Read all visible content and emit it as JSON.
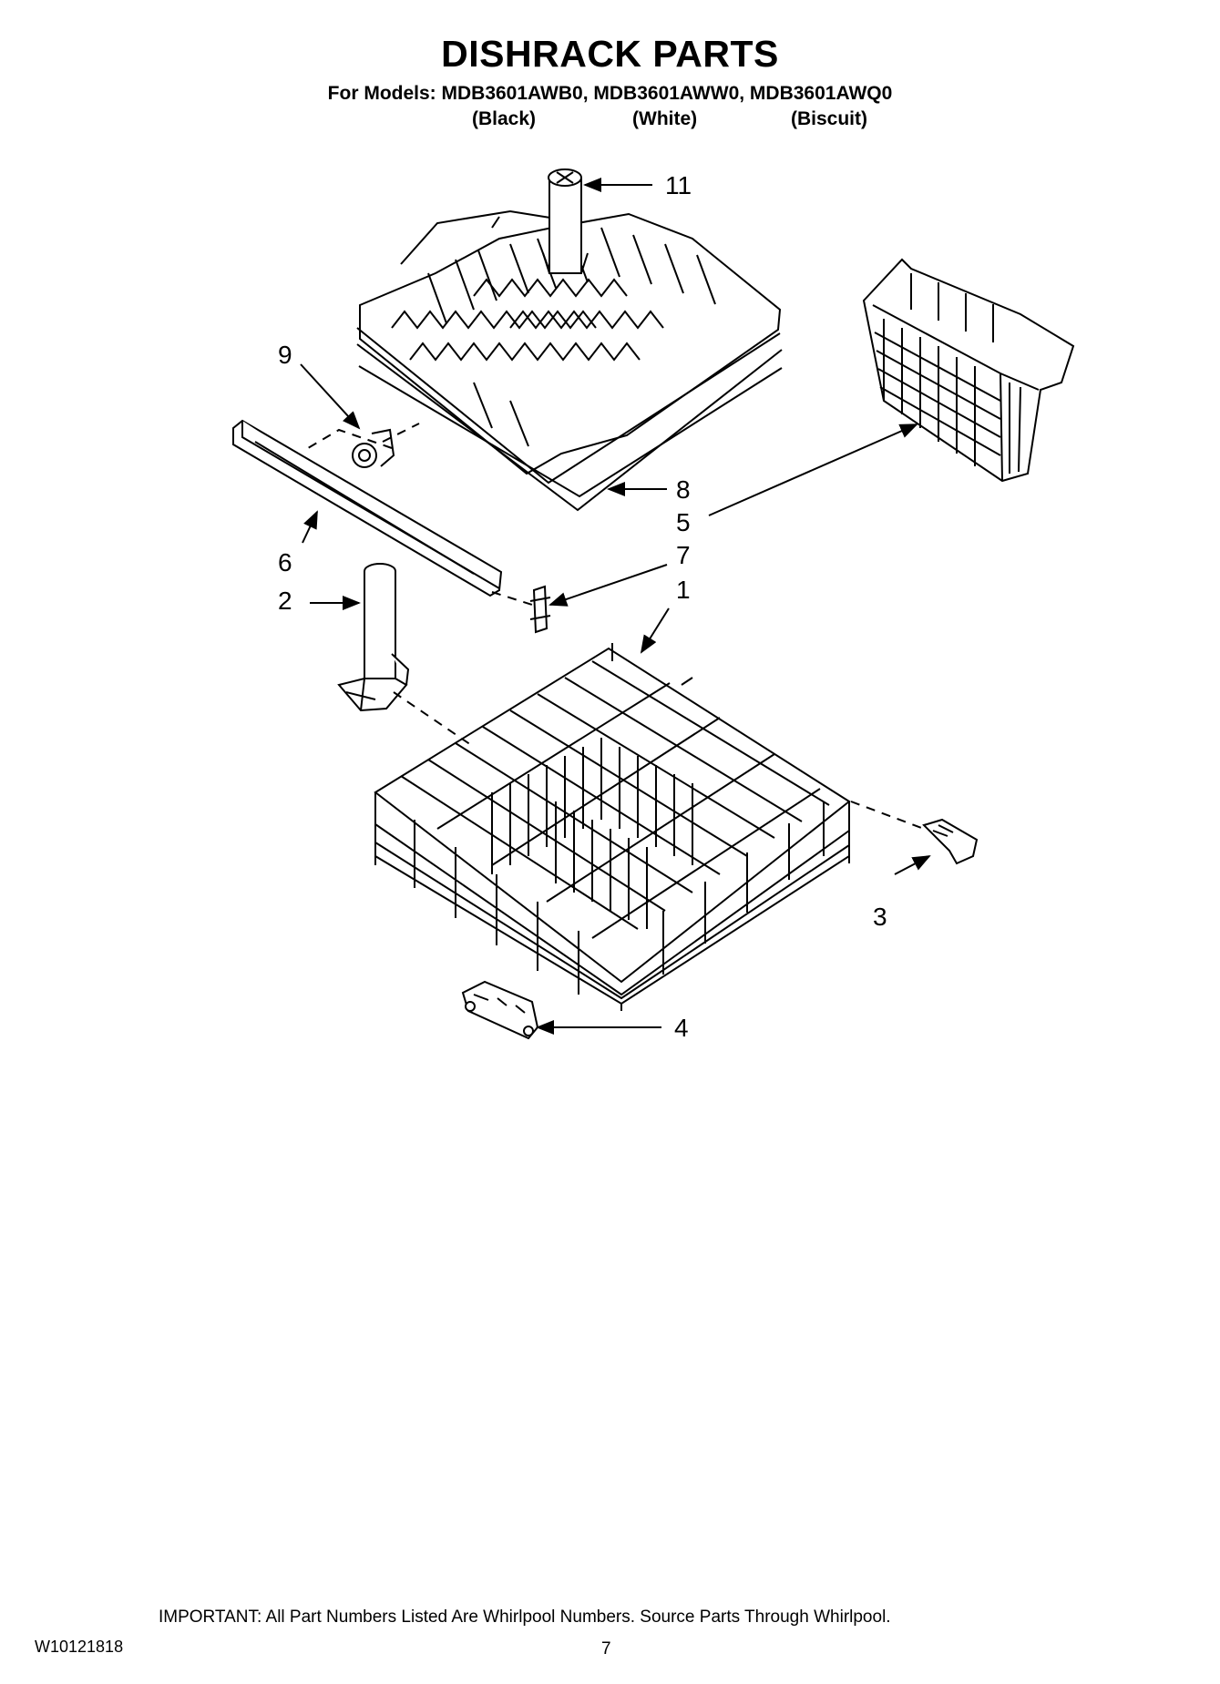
{
  "header": {
    "title": "DISHRACK PARTS",
    "models_line": "For Models: MDB3601AWB0, MDB3601AWW0, MDB3601AWQ0",
    "variants": [
      "(Black)",
      "(White)",
      "(Biscuit)"
    ]
  },
  "callouts": {
    "c1": "1",
    "c2": "2",
    "c3": "3",
    "c4": "4",
    "c5": "5",
    "c6": "6",
    "c7": "7",
    "c8": "8",
    "c9": "9",
    "c11": "11"
  },
  "footer": {
    "note": "IMPORTANT: All Part Numbers Listed Are Whirlpool Numbers. Source Parts Through Whirlpool.",
    "doc_number": "W10121818",
    "page_number": "7"
  }
}
